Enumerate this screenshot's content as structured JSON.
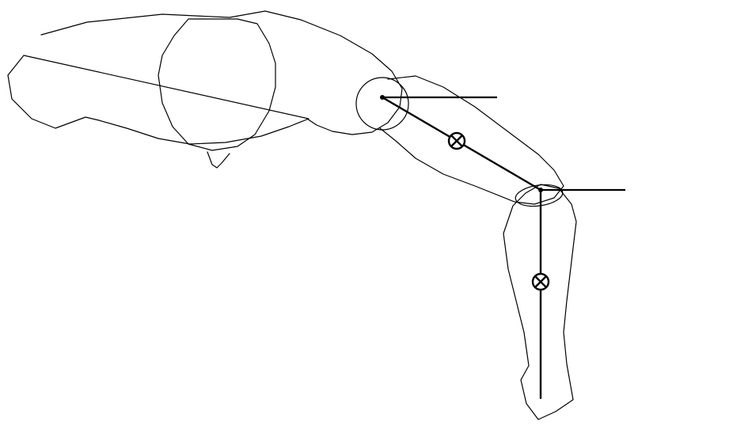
{
  "diagram": {
    "type": "biomechanical-leg-model",
    "colors": {
      "background": "#ffffff",
      "stroke": "#000000"
    },
    "parts": [
      "torso-outline",
      "head-outline",
      "thigh-outline",
      "shank-outline",
      "hip-joint",
      "knee-joint",
      "thigh-segment",
      "shank-segment",
      "thigh-center-of-mass",
      "shank-center-of-mass",
      "hip-reference-line",
      "knee-reference-line"
    ],
    "center_of_mass_icon": "circle-x-icon"
  }
}
